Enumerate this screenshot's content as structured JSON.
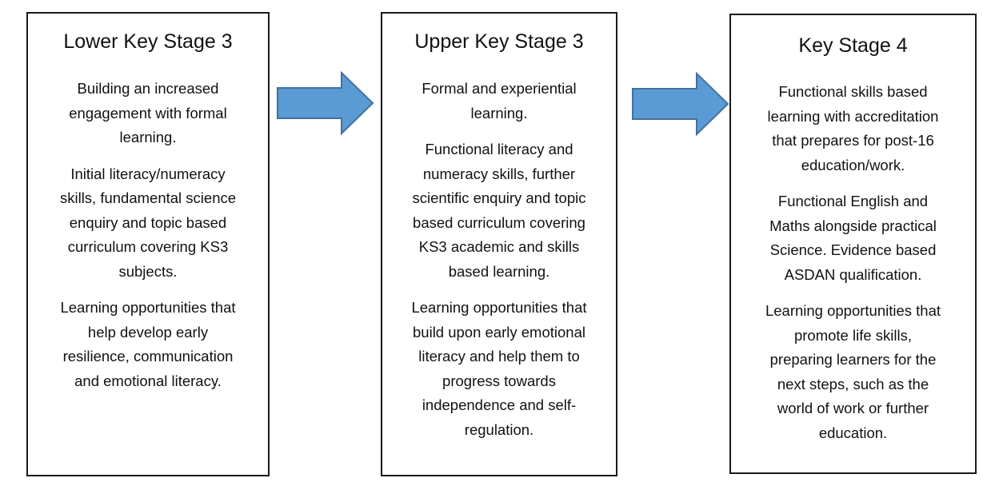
{
  "stages": [
    {
      "title": "Lower Key Stage 3",
      "paragraphs": [
        [
          "Building an increased",
          "engagement with formal",
          "learning."
        ],
        [
          "Initial literacy/numeracy",
          "skills, fundamental science",
          "enquiry and topic based",
          "curriculum covering KS3",
          "subjects."
        ],
        [
          "Learning opportunities that",
          "help develop early",
          "resilience, communication",
          "and emotional literacy."
        ]
      ]
    },
    {
      "title": "Upper Key Stage 3",
      "paragraphs": [
        [
          "Formal and experiential",
          "learning."
        ],
        [
          "Functional literacy and",
          "numeracy skills, further",
          "scientific enquiry and topic",
          "based curriculum covering",
          "KS3 academic and skills",
          "based learning."
        ],
        [
          "Learning opportunities that",
          "build upon early emotional",
          "literacy and help them to",
          "progress towards",
          "independence and self-",
          "regulation."
        ]
      ]
    },
    {
      "title": "Key Stage 4",
      "paragraphs": [
        [
          "Functional skills based",
          "learning with accreditation",
          "that prepares for post-16",
          "education/work."
        ],
        [
          "Functional English and",
          "Maths alongside practical",
          "Science. Evidence based",
          "ASDAN qualification."
        ],
        [
          "Learning opportunities that",
          "promote life skills,",
          "preparing learners for the",
          "next steps, such as the",
          "world of work or further",
          "education."
        ]
      ]
    }
  ],
  "colors": {
    "arrow_fill": "#5b9bd5",
    "arrow_stroke": "#41719c",
    "box_border": "#1a1a1a"
  }
}
